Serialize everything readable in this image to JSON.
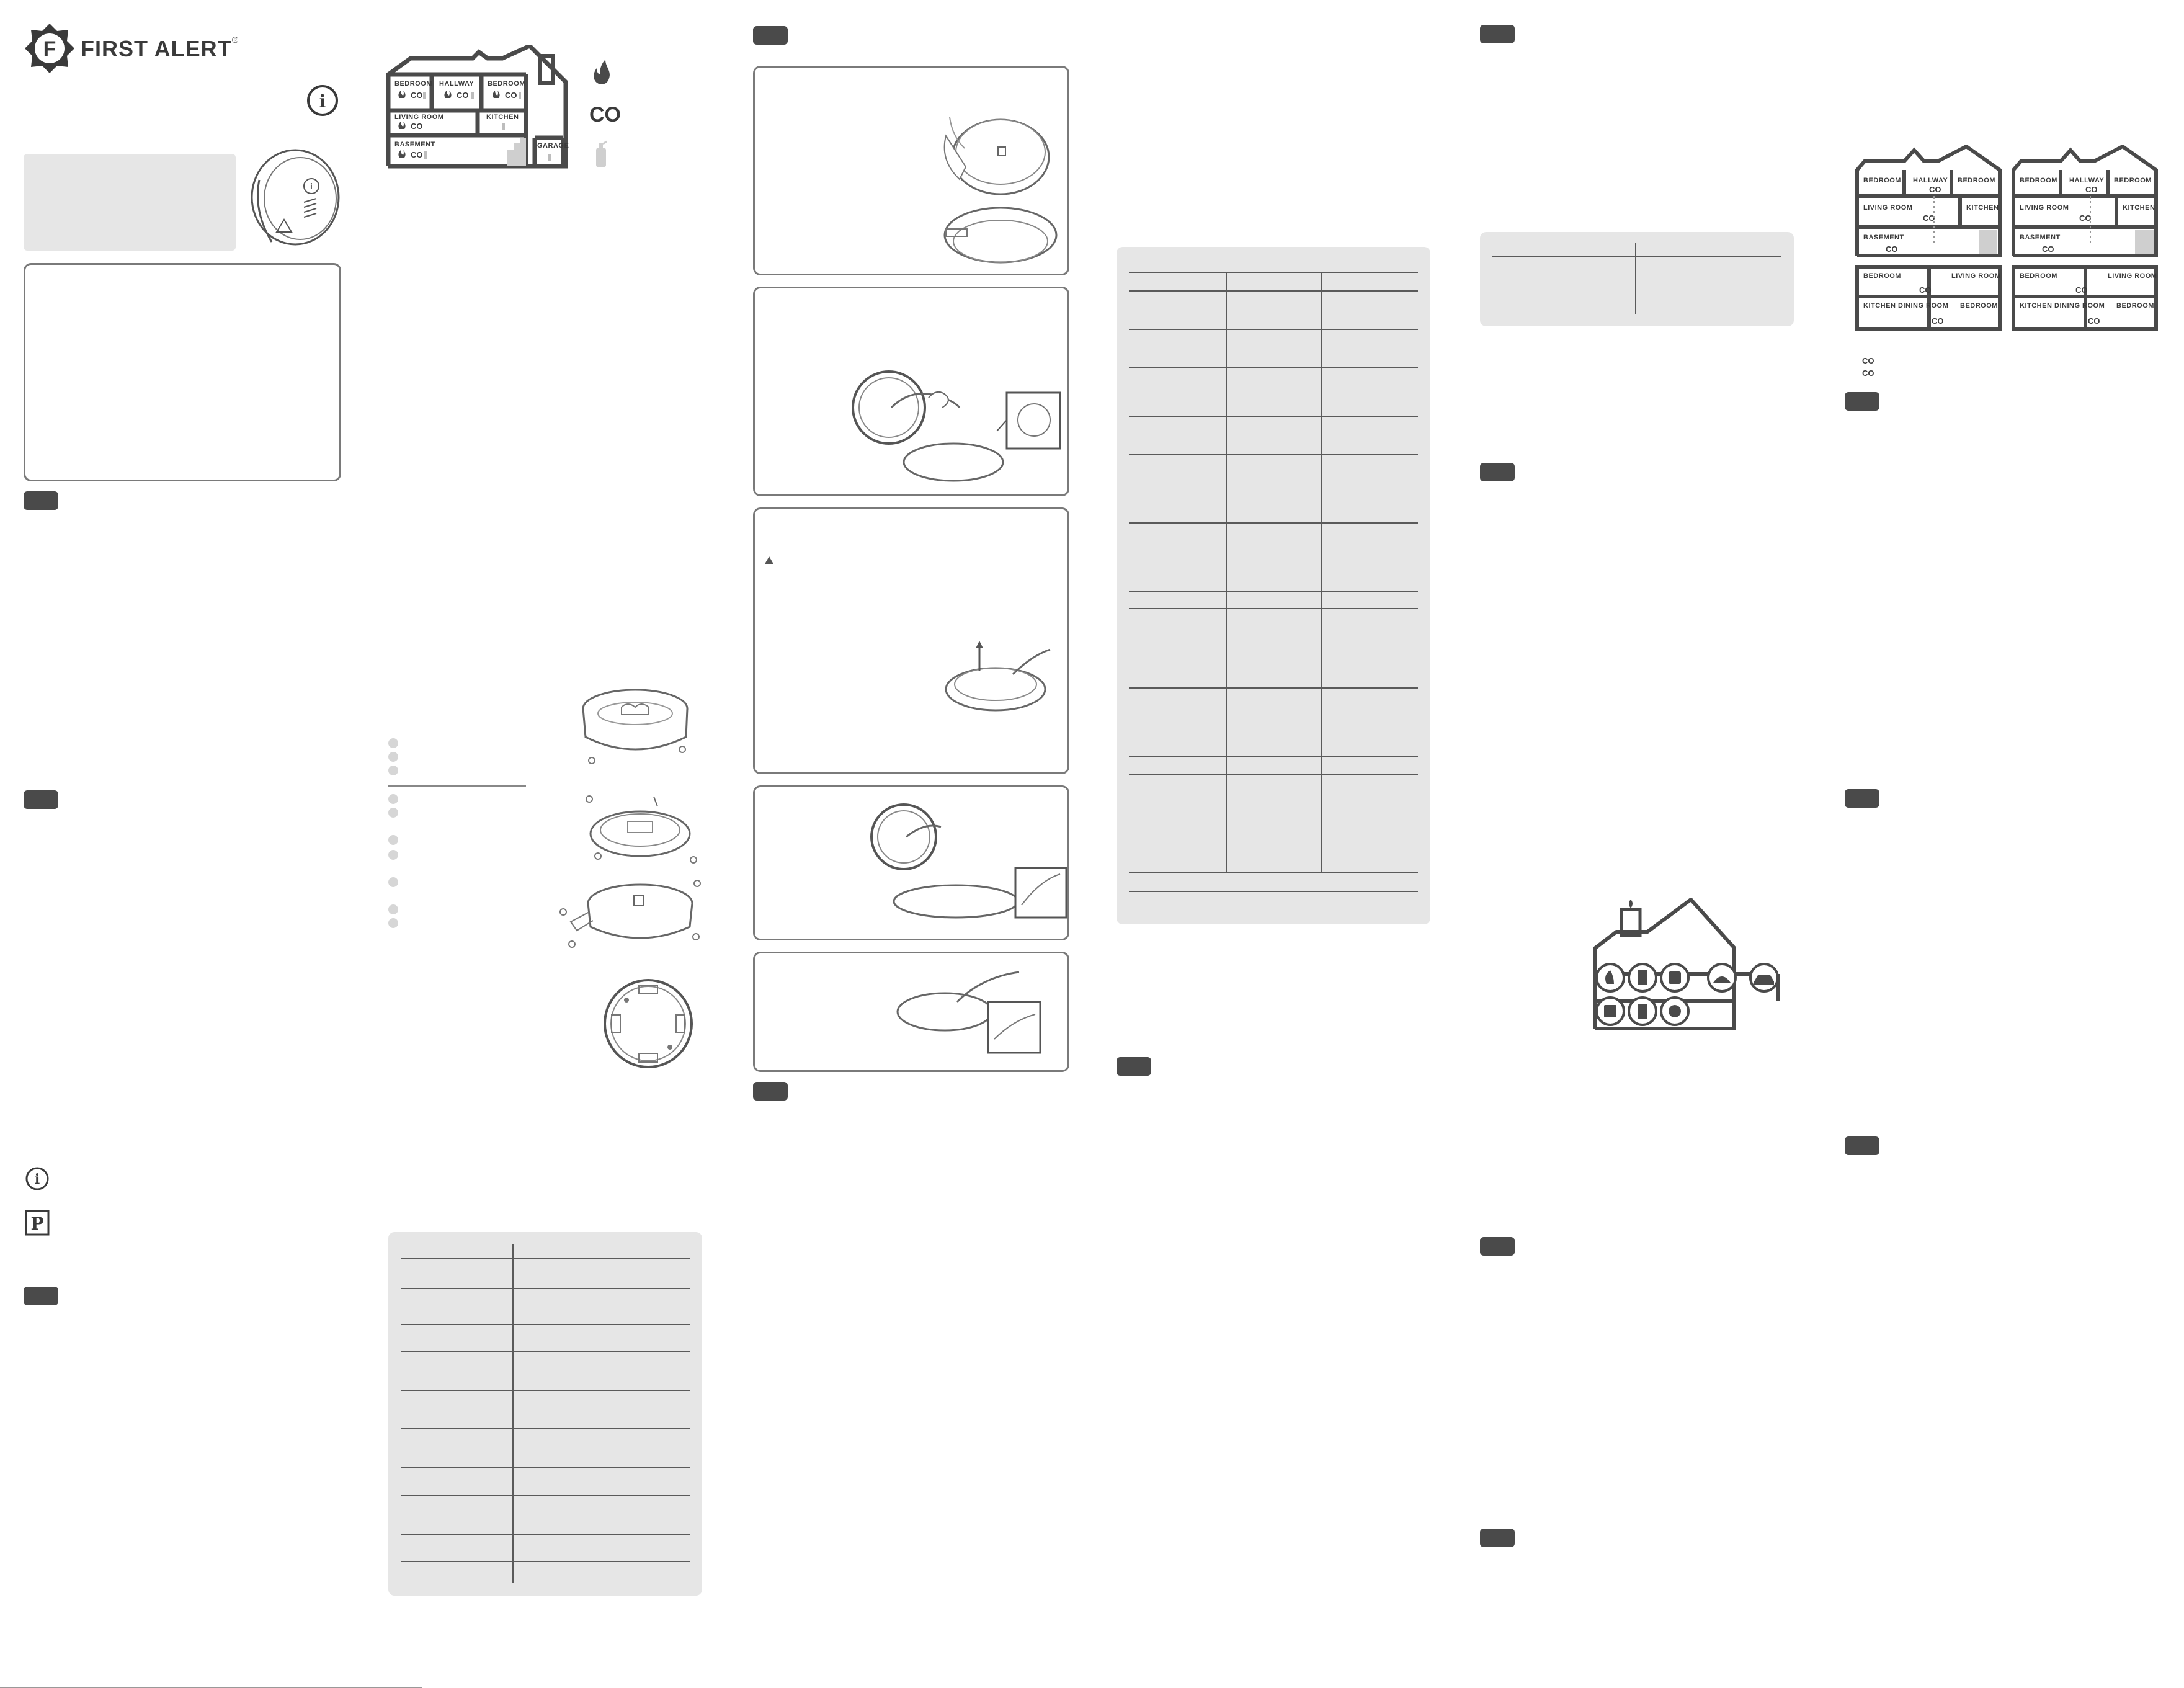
{
  "brand": {
    "name": "FIRST ALERT",
    "mark": "F",
    "trademark": "®",
    "accent": "#3a3a3a"
  },
  "icons": {
    "info": "i",
    "parking": "P",
    "co_text": "CO"
  },
  "house_small": {
    "rooms": [
      "BEDROOM",
      "HALLWAY",
      "BEDROOM",
      "LIVING ROOM",
      "KITCHEN",
      "BASEMENT",
      "GARAGE"
    ],
    "co": "CO",
    "legend_co": "CO"
  },
  "house_grid": {
    "top_left": [
      "BEDROOM",
      "HALLWAY",
      "BEDROOM",
      "LIVING ROOM",
      "KITCHEN",
      "BASEMENT"
    ],
    "top_right": [
      "BEDROOM",
      "HALLWAY",
      "BEDROOM",
      "LIVING ROOM",
      "KITCHEN",
      "BASEMENT"
    ],
    "bottom_left": [
      "BEDROOM",
      "LIVING ROOM",
      "KITCHEN",
      "DINING ROOM",
      "BEDROOM"
    ],
    "bottom_right": [
      "BEDROOM",
      "LIVING ROOM",
      "KITCHEN",
      "DINING ROOM",
      "BEDROOM"
    ],
    "co": "CO",
    "legend": [
      "CO",
      "CO"
    ]
  }
}
